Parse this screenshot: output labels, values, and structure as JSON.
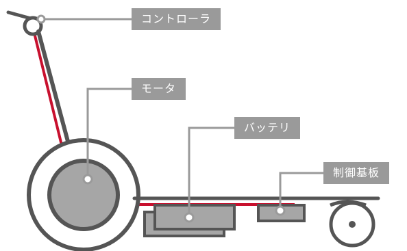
{
  "diagram": {
    "labels": {
      "controller": "コントローラ",
      "motor": "モータ",
      "battery": "バッテリ",
      "control_board": "制御基板"
    },
    "colors": {
      "frame": "#555555",
      "wire": "#c8102e",
      "component_fill": "#a6a6a6",
      "label_bg": "#9a9a9a",
      "leader_line": "#9a9a9a"
    }
  }
}
